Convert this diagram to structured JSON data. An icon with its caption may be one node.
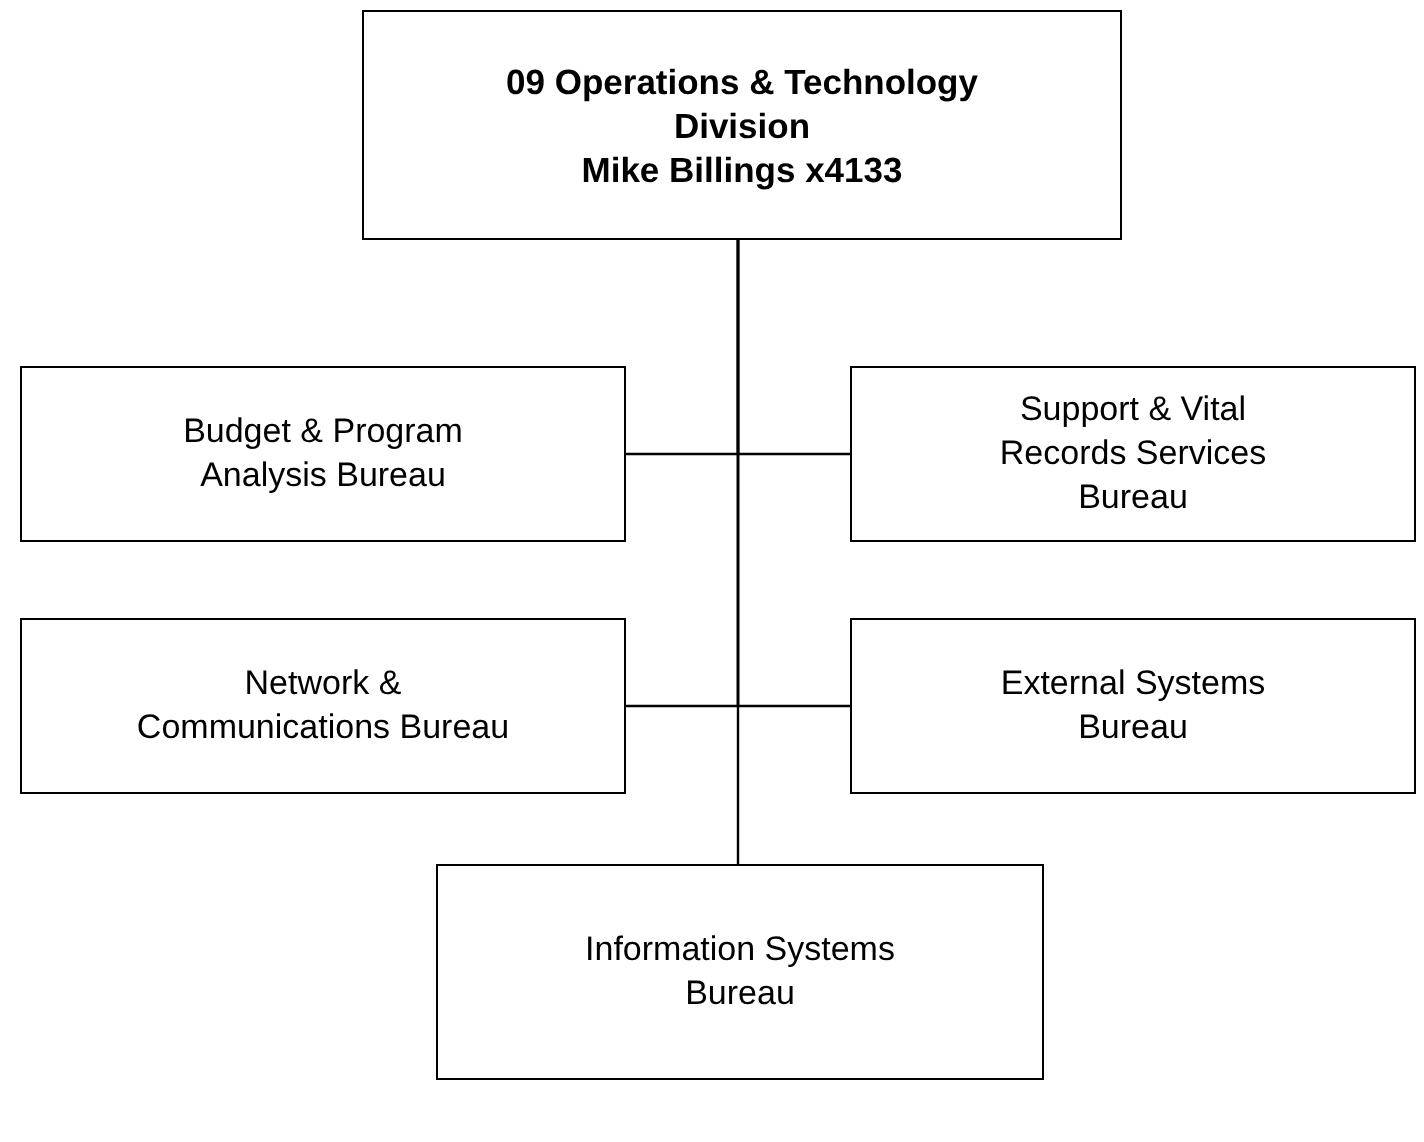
{
  "diagram": {
    "nodes": [
      {
        "text": [
          "09 Operations & Technology Division",
          "Mike Billings x4133"
        ]
      },
      {
        "text": [
          "Budget & Program Analysis Bureau"
        ]
      },
      {
        "text": [
          "Support & Vital Records Services Bureau"
        ]
      },
      {
        "text": [
          "Network & Communications Bureau"
        ]
      },
      {
        "text": [
          "External Systems Bureau"
        ]
      },
      {
        "text": [
          "Information Systems Bureau"
        ]
      }
    ],
    "edges": [
      {
        "from": 0,
        "to": 1,
        "arrow": "none"
      },
      {
        "from": 0,
        "to": 2,
        "arrow": "none"
      },
      {
        "from": 0,
        "to": 3,
        "arrow": "none"
      },
      {
        "from": 0,
        "to": 4,
        "arrow": "none"
      },
      {
        "from": 0,
        "to": 5,
        "arrow": "none"
      }
    ]
  }
}
